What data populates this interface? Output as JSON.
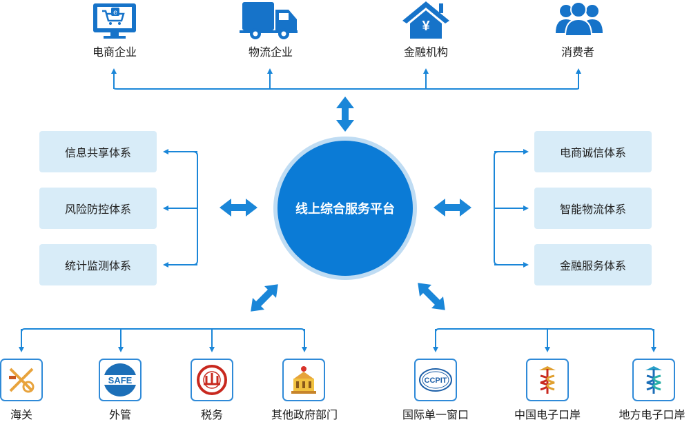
{
  "colors": {
    "primary": "#0b7bd6",
    "box_bg": "#d8ecf8",
    "text": "#1a1a1a"
  },
  "center": {
    "label": "线上综合服务平台"
  },
  "top_nodes": [
    {
      "label": "电商企业",
      "icon": "ecommerce-computer-icon"
    },
    {
      "label": "物流企业",
      "icon": "delivery-truck-icon"
    },
    {
      "label": "金融机构",
      "icon": "bank-yen-house-icon"
    },
    {
      "label": "消费者",
      "icon": "consumer-group-icon"
    }
  ],
  "left_boxes": [
    {
      "label": "信息共享体系"
    },
    {
      "label": "风险防控体系"
    },
    {
      "label": "统计监测体系"
    }
  ],
  "right_boxes": [
    {
      "label": "电商诚信体系"
    },
    {
      "label": "智能物流体系"
    },
    {
      "label": "金融服务体系"
    }
  ],
  "bottom_left_nodes": [
    {
      "label": "海关",
      "icon": "customs-emblem-icon"
    },
    {
      "label": "外管",
      "icon": "safe-logo-icon",
      "logo_text": "SAFE"
    },
    {
      "label": "税务",
      "icon": "tax-emblem-icon"
    },
    {
      "label": "其他政府部门",
      "icon": "government-building-icon"
    }
  ],
  "bottom_right_nodes": [
    {
      "label": "国际单一窗口",
      "icon": "ccpit-logo-icon",
      "logo_text": "CCPIT"
    },
    {
      "label": "中国电子口岸",
      "icon": "china-eport-emblem-icon"
    },
    {
      "label": "地方电子口岸",
      "icon": "local-eport-emblem-icon"
    }
  ]
}
